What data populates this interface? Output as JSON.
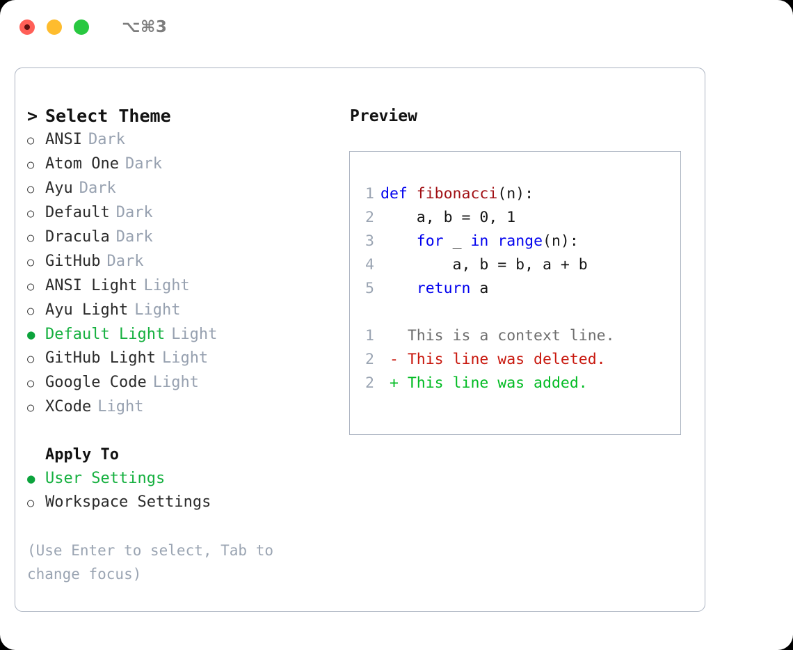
{
  "titlebar": {
    "shortcut": "⌥⌘3",
    "buttons": [
      {
        "name": "close",
        "color": "#ff5f57"
      },
      {
        "name": "minimize",
        "color": "#febc2e"
      },
      {
        "name": "maximize",
        "color": "#28c840"
      }
    ]
  },
  "theme_picker": {
    "caret": ">",
    "title": "Select Theme",
    "marker_unselected": "○",
    "marker_selected": "●",
    "items": [
      {
        "label": "ANSI",
        "tag": "Dark",
        "selected": false
      },
      {
        "label": "Atom One",
        "tag": "Dark",
        "selected": false
      },
      {
        "label": "Ayu",
        "tag": "Dark",
        "selected": false
      },
      {
        "label": "Default",
        "tag": "Dark",
        "selected": false
      },
      {
        "label": "Dracula",
        "tag": "Dark",
        "selected": false
      },
      {
        "label": "GitHub",
        "tag": "Dark",
        "selected": false
      },
      {
        "label": "ANSI Light",
        "tag": "Light",
        "selected": false
      },
      {
        "label": "Ayu Light",
        "tag": "Light",
        "selected": false
      },
      {
        "label": "Default Light",
        "tag": "Light",
        "selected": true
      },
      {
        "label": "GitHub Light",
        "tag": "Light",
        "selected": false
      },
      {
        "label": "Google Code",
        "tag": "Light",
        "selected": false
      },
      {
        "label": "XCode",
        "tag": "Light",
        "selected": false
      }
    ]
  },
  "apply_to": {
    "title": "Apply To",
    "items": [
      {
        "label": "User Settings",
        "selected": true
      },
      {
        "label": "Workspace Settings",
        "selected": false
      }
    ]
  },
  "hint": "(Use Enter to select, Tab to\nchange focus)",
  "preview": {
    "title": "Preview",
    "code_lines": [
      {
        "num": "1",
        "segments": [
          {
            "t": "def ",
            "c": "kw"
          },
          {
            "t": "fibonacci",
            "c": "fn"
          },
          {
            "t": "(n):",
            "c": "code-text"
          }
        ]
      },
      {
        "num": "2",
        "segments": [
          {
            "t": "    a, b = 0, 1",
            "c": "code-text"
          }
        ]
      },
      {
        "num": "3",
        "segments": [
          {
            "t": "    ",
            "c": "code-text"
          },
          {
            "t": "for",
            "c": "kw"
          },
          {
            "t": " _ ",
            "c": "code-text"
          },
          {
            "t": "in",
            "c": "kw"
          },
          {
            "t": " ",
            "c": "code-text"
          },
          {
            "t": "range",
            "c": "kw"
          },
          {
            "t": "(n):",
            "c": "code-text"
          }
        ]
      },
      {
        "num": "4",
        "segments": [
          {
            "t": "        a, b = b, a + b",
            "c": "code-text"
          }
        ]
      },
      {
        "num": "5",
        "segments": [
          {
            "t": "    ",
            "c": "code-text"
          },
          {
            "t": "return",
            "c": "kw"
          },
          {
            "t": " a",
            "c": "code-text"
          }
        ]
      }
    ],
    "diff_lines": [
      {
        "num": "1",
        "segments": [
          {
            "t": "   This is a context line.",
            "c": "ctx"
          }
        ]
      },
      {
        "num": "2",
        "segments": [
          {
            "t": " - This line was deleted.",
            "c": "del"
          }
        ]
      },
      {
        "num": "2",
        "segments": [
          {
            "t": " + This line was added.",
            "c": "add"
          }
        ]
      }
    ]
  },
  "colors": {
    "accent_green": "#15b03f",
    "marker_green": "#0ca33c",
    "muted": "#97a1b0",
    "border": "#aab2c0",
    "keyword_blue": "#0000ee",
    "function_red": "#a11015",
    "diff_delete": "#c8170d",
    "diff_add": "#00bb22",
    "context_gray": "#6e6e6e"
  }
}
